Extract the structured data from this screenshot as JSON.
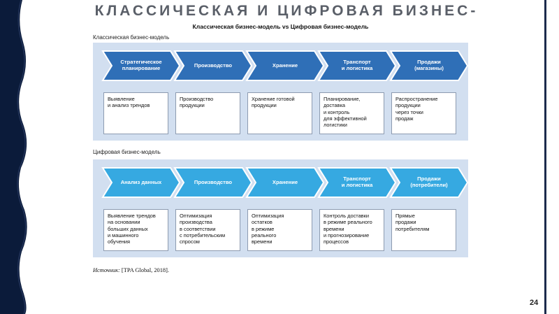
{
  "slide": {
    "title": "КЛАССИЧЕСКАЯ И ЦИФРОВАЯ БИЗНЕС-",
    "page_number": "24"
  },
  "figure": {
    "title": "Классическая бизнес-модель vs Цифровая бизнес-модель",
    "source_label": "Источник:",
    "source_value": "[TPA Global, 2018]."
  },
  "classic": {
    "label": "Классическая бизнес-модель",
    "color": "#2f6fb7",
    "stages": [
      {
        "name": "Стратегическое\nпланирование",
        "desc": "Выявление\nи анализ трендов"
      },
      {
        "name": "Производство",
        "desc": "Производство\nпродукции"
      },
      {
        "name": "Хранение",
        "desc": "Хранение готовой\nпродукции"
      },
      {
        "name": "Транспорт\nи логистика",
        "desc": "Планирование,\nдоставка\nи контроль\nдля эффективной\nлогистики"
      },
      {
        "name": "Продажи\n(магазины)",
        "desc": "Распространение\nпродукции\nчерез точки\nпродаж"
      }
    ]
  },
  "digital": {
    "label": "Цифровая бизнес-модель",
    "color": "#36a9e1",
    "stages": [
      {
        "name": "Анализ данных",
        "desc": "Выявление трендов\nна основании\nбольших данных\nи машинного\nобучения"
      },
      {
        "name": "Производство",
        "desc": "Оптимизация\nпроизводства\nв соответствии\nс потребительским\nспросом"
      },
      {
        "name": "Хранение",
        "desc": "Оптимизация\nостатков\nв режиме\nреального\nвремени"
      },
      {
        "name": "Транспорт\nи логистика",
        "desc": "Контроль доставки\nв режиме реального\nвремени\nи прогнозирование\nпроцессов"
      },
      {
        "name": "Продажи\n(потребители)",
        "desc": "Прямые\nпродажи\nпотребителям"
      }
    ]
  }
}
